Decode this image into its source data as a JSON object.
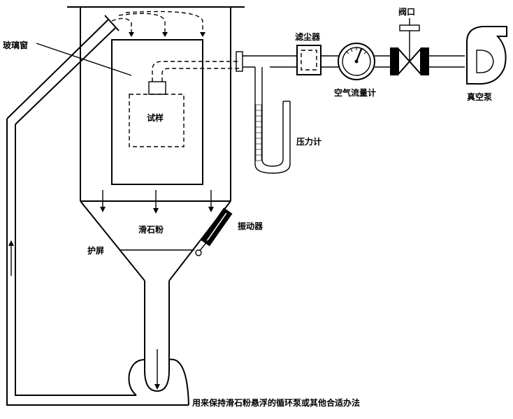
{
  "labels": {
    "glass_window": "玻璃窗",
    "sample": "试样",
    "dust_filter": "滤尘器",
    "valve": "阀口",
    "air_flow_meter": "空气流量计",
    "vacuum_pump": "真空泵",
    "manometer": "压力计",
    "talc_powder": "滑石粉",
    "vibrator": "振动器",
    "shield": "护屏",
    "caption": "用来保持滑石粉悬浮的循环泵或其他合适办法"
  }
}
